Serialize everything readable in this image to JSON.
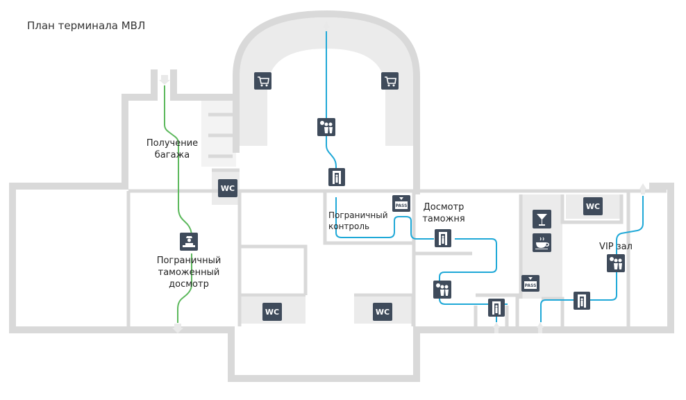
{
  "title": "План терминала МВЛ",
  "labels": {
    "baggage_claim": "Получение\nбагажа",
    "border_customs_check": "Пограничный\nтаможенный\nдосмотр",
    "border_control": "Пограничный\nконтроль",
    "customs_check": "Досмотр\nтаможня",
    "vip_hall": "VIP зал"
  },
  "icons": {
    "wc": "WC",
    "pass": "PASS"
  },
  "colors": {
    "wall": "#d9d9d9",
    "route_arrival": "#5cb85c",
    "route_departure": "#1ea8d7",
    "icon_bg": "#3f4b5b"
  }
}
